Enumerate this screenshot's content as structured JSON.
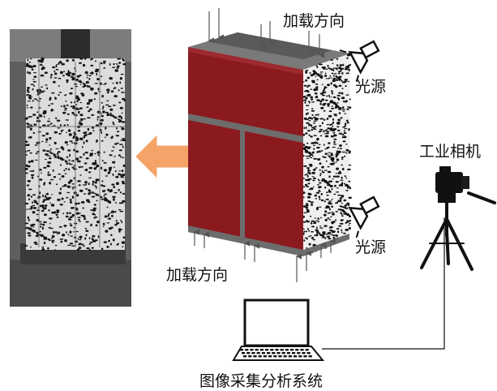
{
  "labels": {
    "load_direction_top": "加载方向",
    "load_direction_bottom": "加载方向",
    "light_source_top": "光源",
    "light_source_bottom": "光源",
    "camera": "工业相机",
    "system": "图像采集分析系统"
  },
  "colors": {
    "wall_red": "#8b1a1f",
    "frame_grey": "#6d6d6d",
    "arrow_orange": "#f4a468",
    "photo_bg": "#6f6f6f"
  },
  "icons": [
    "light-source-icon",
    "camera-icon",
    "tripod-icon",
    "laptop-icon",
    "arrow-icon"
  ]
}
